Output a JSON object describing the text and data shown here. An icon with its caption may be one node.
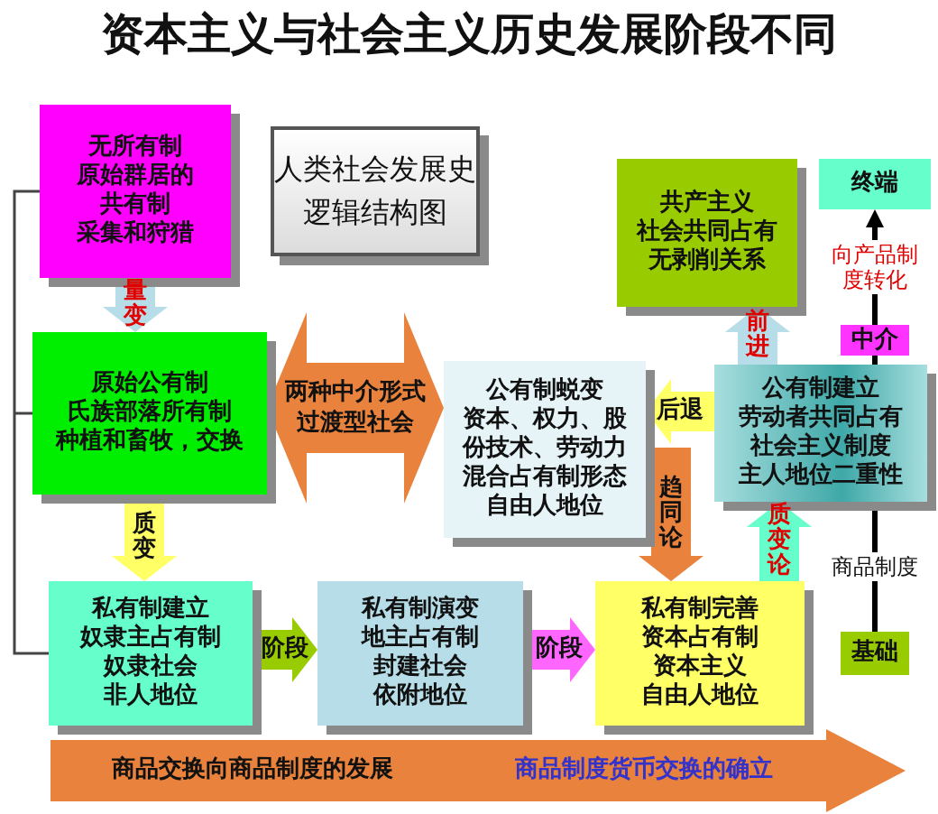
{
  "diagram": {
    "title": "资本主义与社会主义历史发展阶段不同",
    "nodes": [
      {
        "text": [
          "无所有制",
          "原始群居的",
          "共有制",
          "采集和狩猎"
        ]
      },
      {
        "text": [
          "原始公有制",
          "氏族部落所有制",
          "种植和畜牧，交换"
        ]
      },
      {
        "text": [
          "人类社会发展史",
          "逻辑结构图"
        ]
      },
      {
        "text": [
          "公有制蜕变",
          "资本、权力、股份技术、劳动力混合占有制形态",
          "自由人地位"
        ]
      },
      {
        "text": [
          "共产主义",
          "社会共同占有",
          "无剥削关系"
        ]
      },
      {
        "text": [
          "终端"
        ]
      },
      {
        "text": [
          "公有制建立",
          "劳动者共同占有",
          "社会主义制度",
          "主人地位二重性"
        ]
      },
      {
        "text": [
          "私有制建立",
          "奴隶主占有制",
          "奴隶社会",
          "非人地位"
        ]
      },
      {
        "text": [
          "私有制演变",
          "地主占有制",
          "封建社会",
          "依附地位"
        ]
      },
      {
        "text": [
          "私有制完善",
          "资本占有制",
          "资本主义",
          "自由人地位"
        ]
      },
      {
        "text": [
          "中介"
        ]
      },
      {
        "text": [
          "基础"
        ]
      },
      {
        "text": [
          "商品交换向商品制度的发展",
          "商品制度货币交换的确立"
        ]
      }
    ],
    "edges": [
      {
        "from": 0,
        "to": 1,
        "arrow": "to",
        "label": "量变",
        "color": "#b7dde8"
      },
      {
        "from": 1,
        "to": 7,
        "arrow": "to",
        "label": "质变",
        "color": "#ffff66"
      },
      {
        "from": 7,
        "to": 8,
        "arrow": "to",
        "label": "阶段",
        "color": "#99cc00"
      },
      {
        "from": 8,
        "to": 9,
        "arrow": "to",
        "label": "阶段",
        "color": "#ff66ff"
      },
      {
        "from": 6,
        "to": 4,
        "arrow": "to",
        "label": "前进",
        "color": "#b7dde8"
      },
      {
        "from": null,
        "to": 9,
        "arrow": "to",
        "label": "趋同论",
        "color": "#e8823c"
      },
      {
        "from": 6,
        "to": 3,
        "arrow": "to",
        "label": "后退",
        "color": "#ffff66"
      },
      {
        "from": 9,
        "to": 6,
        "arrow": "to",
        "label": "质变论",
        "color": "#66ffcc"
      },
      {
        "from": 11,
        "to": 6,
        "arrow": "none",
        "label": "商品制度",
        "color": "#000000"
      },
      {
        "from": 6,
        "to": 10,
        "arrow": "none",
        "color": "#000000"
      },
      {
        "from": 10,
        "to": 5,
        "arrow": "to",
        "label": "向产品制度转化",
        "color": "#000000"
      },
      {
        "from": 1,
        "to": 3,
        "arrow": "both",
        "label": "两种中介形式过渡型社会",
        "style": "thick",
        "color": "#e8823c"
      }
    ]
  }
}
